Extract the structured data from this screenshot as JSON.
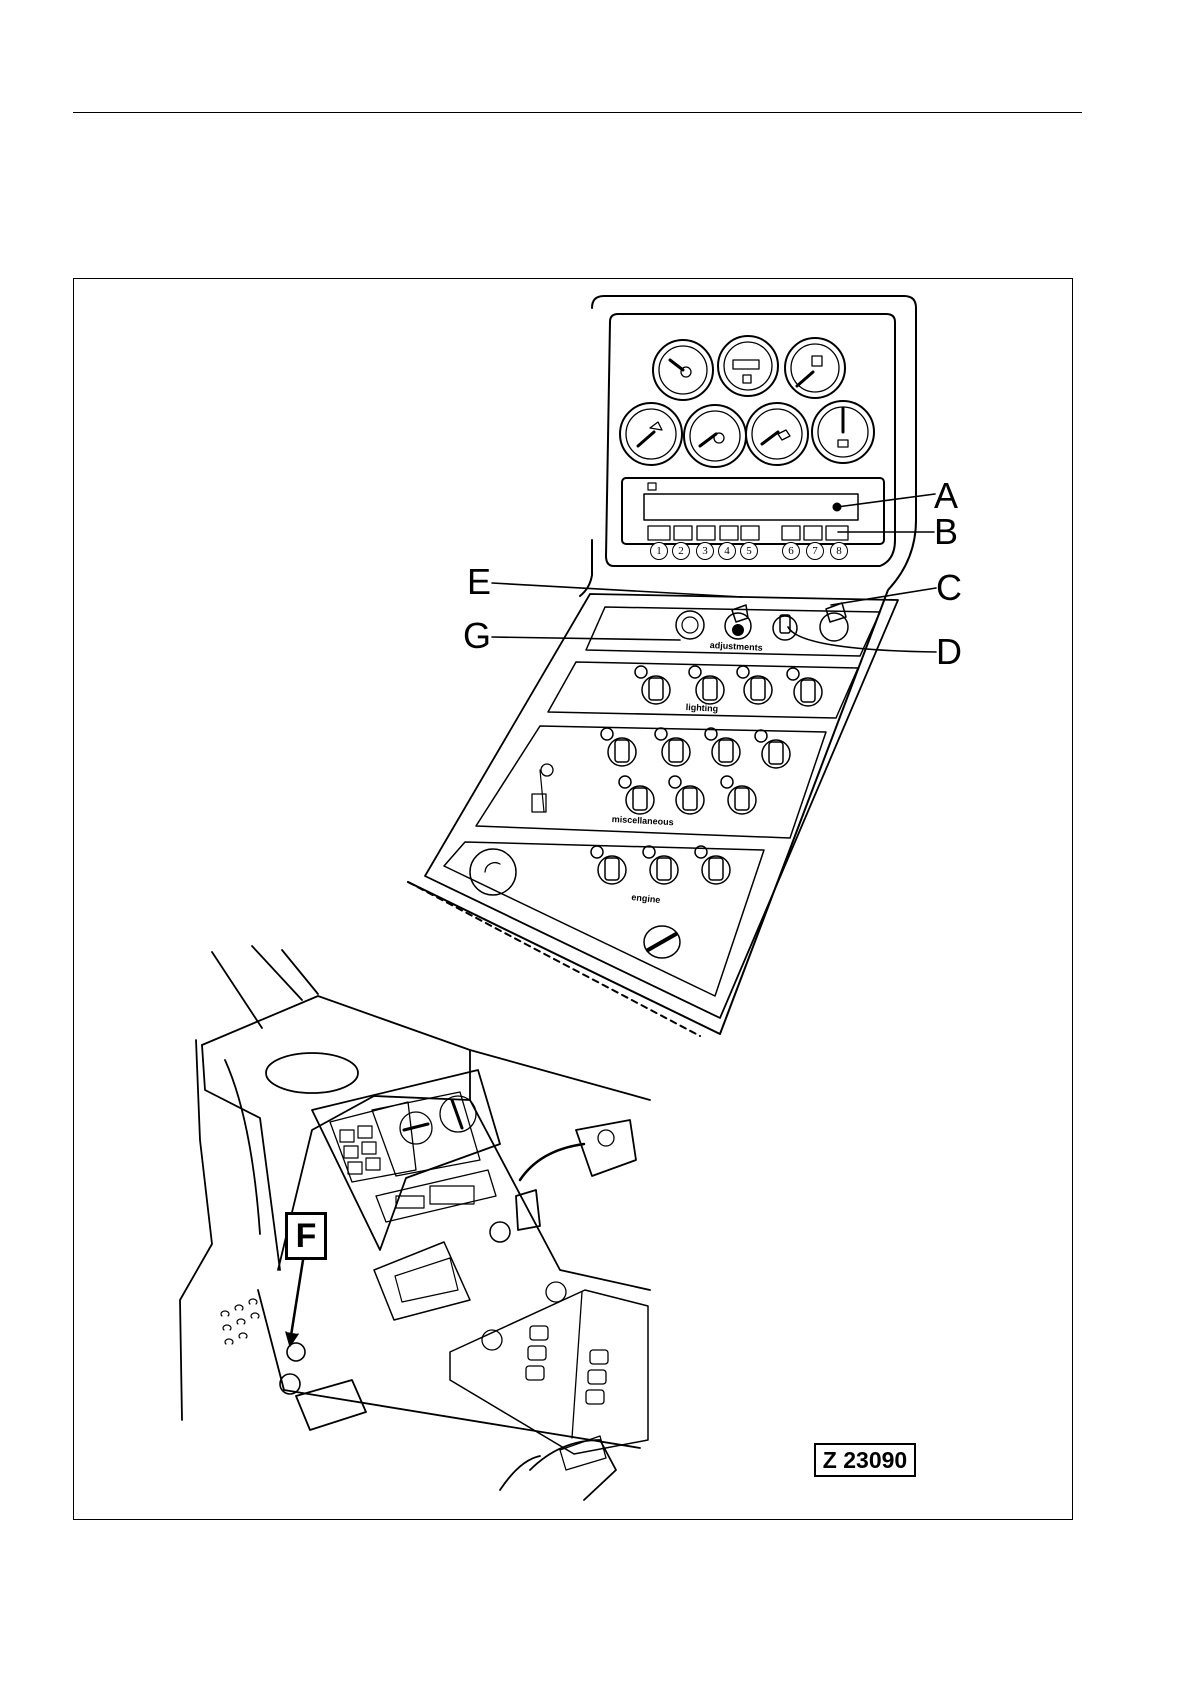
{
  "figure": {
    "callouts": {
      "a": "A",
      "b": "B",
      "c": "C",
      "d": "D",
      "e": "E",
      "g": "G",
      "f": "F"
    },
    "panel_sections": {
      "adjustments": "adjustments",
      "lighting": "lighting",
      "miscellaneous": "miscellaneous",
      "engine": "engine"
    },
    "button_numbers": [
      "1",
      "2",
      "3",
      "4",
      "5",
      "6",
      "7",
      "8"
    ],
    "figure_code": "Z 23090"
  }
}
